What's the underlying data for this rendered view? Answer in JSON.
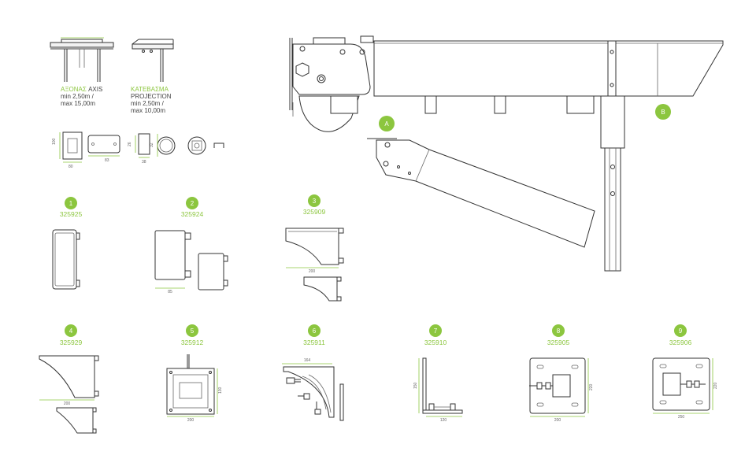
{
  "accent_color": "#8cc63f",
  "line_color": "#333333",
  "legend": {
    "axis": {
      "label_gr": "ΑΞΟΝΑΣ",
      "label_en": "AXIS",
      "min": "min 2,50m /",
      "max": "max 15,00m"
    },
    "projection": {
      "label_gr": "ΚΑΤΕΒΑΣΜΑ",
      "label_en": "PROJECTION",
      "min": "min 2,50m /",
      "max": "max 10,00m"
    }
  },
  "profile_dims": [
    "100",
    "80",
    "83",
    "26",
    "38",
    "32"
  ],
  "callouts": {
    "a": "A",
    "b": "B"
  },
  "parts": [
    {
      "num": "1",
      "code": "325925",
      "dims": []
    },
    {
      "num": "2",
      "code": "325924",
      "dims": [
        "85"
      ]
    },
    {
      "num": "3",
      "code": "325909",
      "dims": [
        "200"
      ]
    },
    {
      "num": "4",
      "code": "325929",
      "dims": [
        "200"
      ]
    },
    {
      "num": "5",
      "code": "325912",
      "dims": [
        "200",
        "130"
      ]
    },
    {
      "num": "6",
      "code": "325911",
      "dims": [
        "164"
      ]
    },
    {
      "num": "7",
      "code": "325910",
      "dims": [
        "150",
        "120"
      ]
    },
    {
      "num": "8",
      "code": "325905",
      "dims": [
        "200",
        "220"
      ]
    },
    {
      "num": "9",
      "code": "325906",
      "dims": [
        "250",
        "220"
      ]
    }
  ]
}
